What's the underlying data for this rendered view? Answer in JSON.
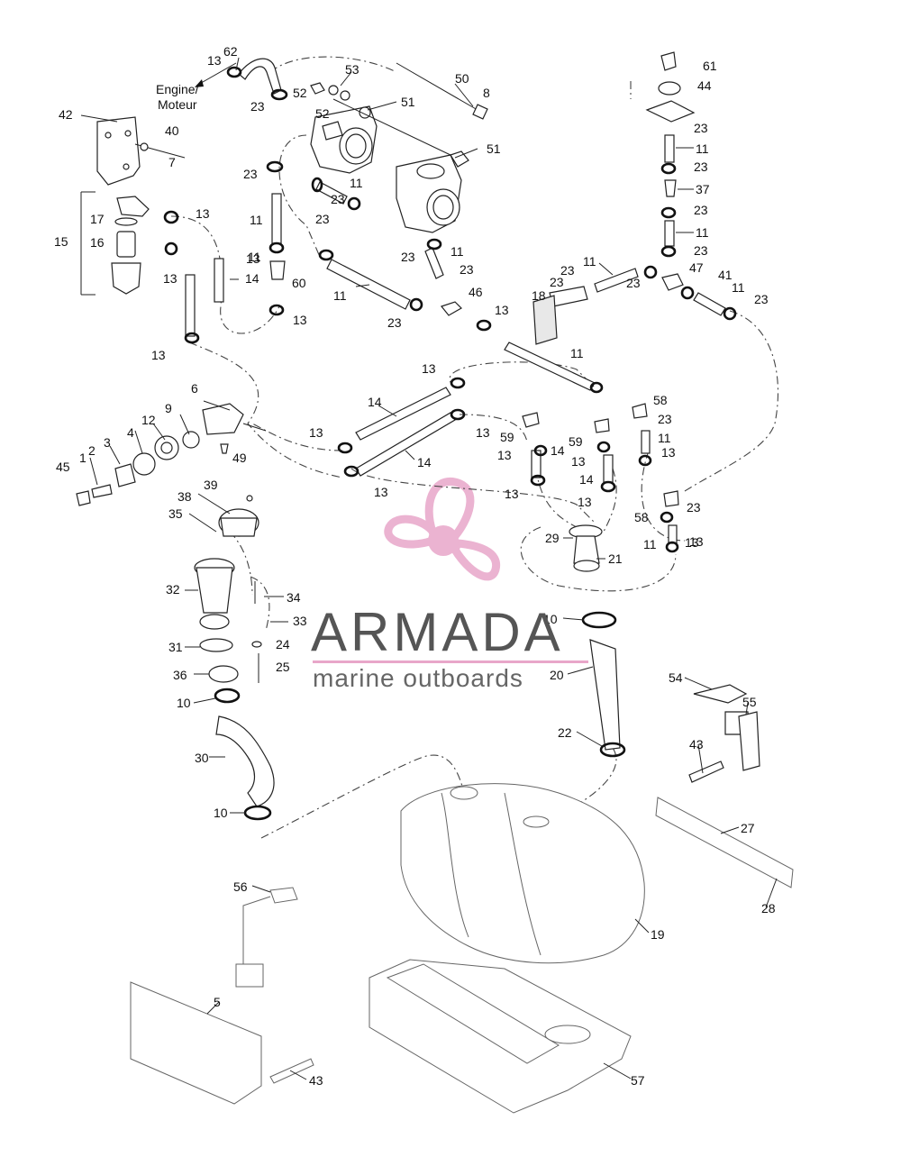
{
  "caption": {
    "line1": "Engine/",
    "line2": "Moteur"
  },
  "watermark": {
    "brand": "ARMADA",
    "subtitle": "marine outboards",
    "logo_color": "#e8a6c9",
    "text_color": "#555555",
    "rule_color": "#e8a6c9"
  },
  "callouts": [
    "62",
    "13",
    "53",
    "50",
    "8",
    "52",
    "52",
    "42",
    "40",
    "7",
    "51",
    "51",
    "23",
    "23",
    "23",
    "11",
    "23",
    "11",
    "13",
    "17",
    "16",
    "15",
    "13",
    "11",
    "13",
    "14",
    "60",
    "13",
    "13",
    "11",
    "23",
    "46",
    "13",
    "23",
    "23",
    "11",
    "11",
    "61",
    "44",
    "23",
    "11",
    "23",
    "37",
    "23",
    "11",
    "23",
    "23",
    "47",
    "23",
    "11",
    "23",
    "18",
    "41",
    "11",
    "23",
    "13",
    "6",
    "9",
    "12",
    "4",
    "3",
    "2",
    "1",
    "45",
    "49",
    "14",
    "13",
    "13",
    "14",
    "13",
    "59",
    "14",
    "59",
    "13",
    "58",
    "23",
    "11",
    "13",
    "13",
    "14",
    "13",
    "13",
    "13",
    "58",
    "23",
    "11",
    "13",
    "29",
    "21",
    "39",
    "38",
    "35",
    "32",
    "34",
    "33",
    "31",
    "24",
    "36",
    "25",
    "10",
    "30",
    "10",
    "10",
    "20",
    "22",
    "54",
    "55",
    "43",
    "27",
    "28",
    "19",
    "56",
    "5",
    "43",
    "57"
  ]
}
